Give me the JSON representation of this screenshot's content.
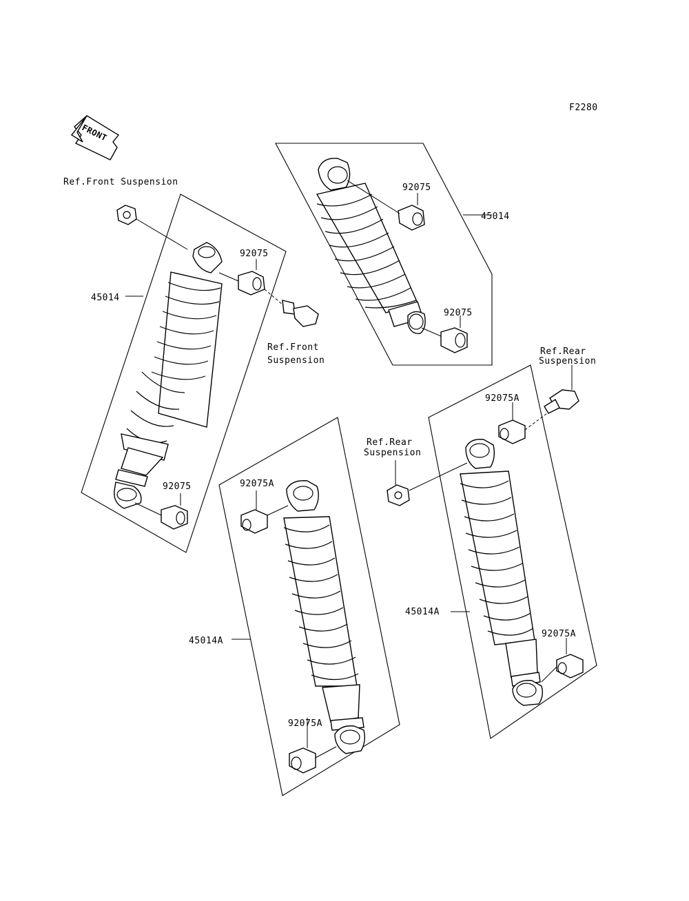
{
  "diagram_code": "F2280",
  "front_arrow_label": "FRONT",
  "labels": {
    "ref_front_suspension_top": "Ref.Front Suspension",
    "ref_front_suspension_mid_l1": "Ref.Front",
    "ref_front_suspension_mid_l2": "Suspension",
    "ref_rear_suspension_right_l1": "Ref.Rear",
    "ref_rear_suspension_right_l2": "Suspension",
    "ref_rear_suspension_mid_l1": "Ref.Rear",
    "ref_rear_suspension_mid_l2": "Suspension"
  },
  "part_numbers": {
    "shock_front_left": "45014",
    "shock_front_right": "45014",
    "shock_rear_left": "45014A",
    "shock_rear_right": "45014A",
    "bush_fl_top": "92075",
    "bush_fl_bottom": "92075",
    "bush_fr_top": "92075",
    "bush_fr_bottom": "92075",
    "bush_rl_top": "92075A",
    "bush_rl_bottom": "92075A",
    "bush_rr_top": "92075A",
    "bush_rr_bottom": "92075A"
  }
}
